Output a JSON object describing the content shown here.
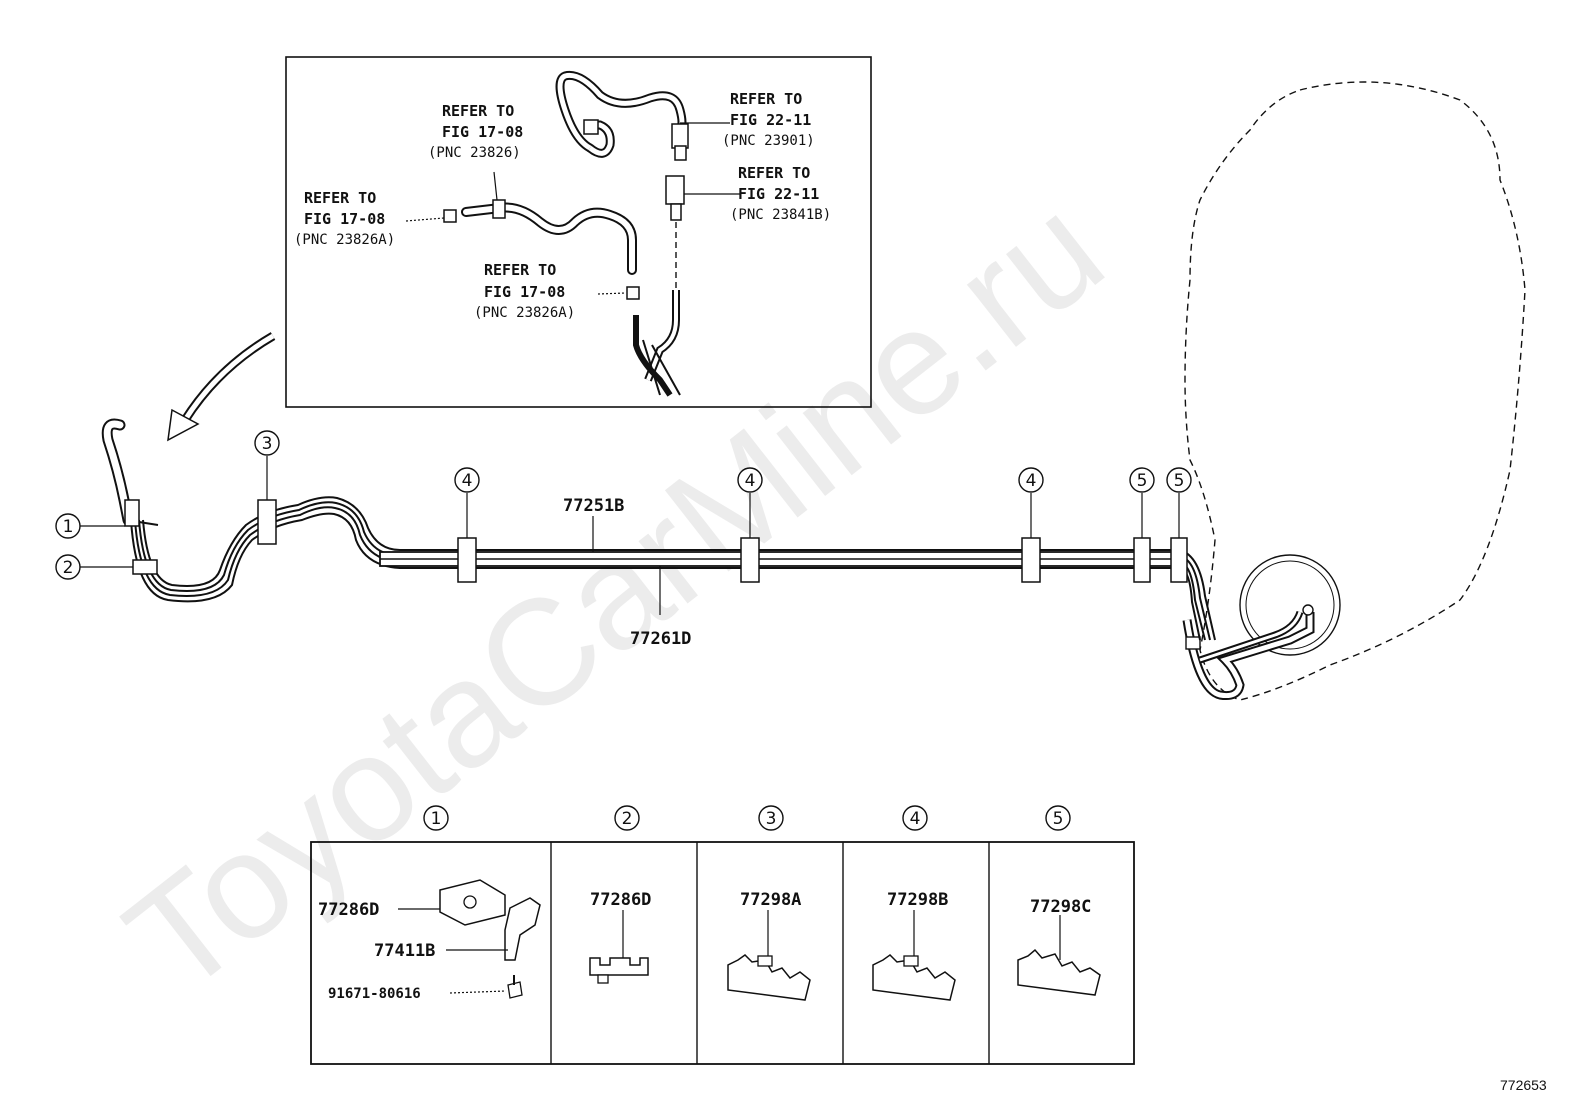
{
  "inset_refs": [
    {
      "line1": "REFER TO",
      "line2": "FIG 17-08",
      "line3": "(PNC 23826)"
    },
    {
      "line1": "REFER TO",
      "line2": "FIG 22-11",
      "line3": "(PNC 23901)"
    },
    {
      "line1": "REFER TO",
      "line2": "FIG 22-11",
      "line3": "(PNC 23841B)"
    },
    {
      "line1": "REFER TO",
      "line2": "FIG 17-08",
      "line3": "(PNC 23826A)"
    },
    {
      "line1": "REFER TO",
      "line2": "FIG 17-08",
      "line3": "(PNC 23826A)"
    }
  ],
  "main": {
    "pipe_upper": "77251B",
    "pipe_lower": "77261D",
    "callouts": [
      "1",
      "2",
      "3",
      "4",
      "4",
      "4",
      "5",
      "5"
    ]
  },
  "legend": {
    "headers": [
      "1",
      "2",
      "3",
      "4",
      "5"
    ],
    "cell1": {
      "a": "77286D",
      "b": "77411B",
      "c": "91671-80616"
    },
    "cell2": "77286D",
    "cell3": "77298A",
    "cell4": "77298B",
    "cell5": "77298C"
  },
  "watermark": "ToyotaCarMine.ru",
  "figure_code": "772653"
}
